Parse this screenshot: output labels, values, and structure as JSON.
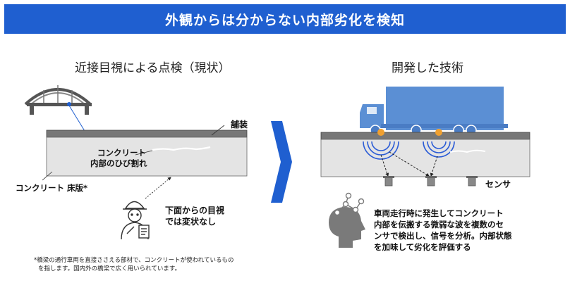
{
  "banner": {
    "title": "外観からは分からない内部劣化を検知"
  },
  "left": {
    "heading": "近接目視による点検（現状）",
    "pavement_label": "舗装",
    "crack_label_line1": "コンクリート",
    "crack_label_line2": "内部のひび割れ",
    "slab_label": "コンクリート 床版*",
    "inspector_text_line1": "下面からの目視",
    "inspector_text_line2": "では変状なし",
    "footnote_line1": "*橋梁の通行車両を直接ささえる部材で、コンクリートが使われているもの",
    "footnote_line2": "を指します。国内外の橋梁で広く用いられています。"
  },
  "right": {
    "heading": "開発した技術",
    "sensor_label": "センサ",
    "description_line1": "車両走行時に発生してコンクリート",
    "description_line2": "内部を伝搬する微弱な波を複数のセ",
    "description_line3": "ンサで検出し、信号を分析。内部状態",
    "description_line4": "を加味して劣化を評価する"
  },
  "colors": {
    "banner": "#1f5fd0",
    "arrow": "#1f5fd0",
    "truck": "#5b8fd4",
    "slab": "#e4e4e4",
    "pavement": "#777777",
    "wave": "#2a5bd6",
    "impact": "#f0a030",
    "icon": "#7a7a7a"
  },
  "icons": [
    "bridge-icon",
    "inspector-icon",
    "truck-icon",
    "sensor-icon",
    "ai-head-icon",
    "right-arrow-icon"
  ]
}
